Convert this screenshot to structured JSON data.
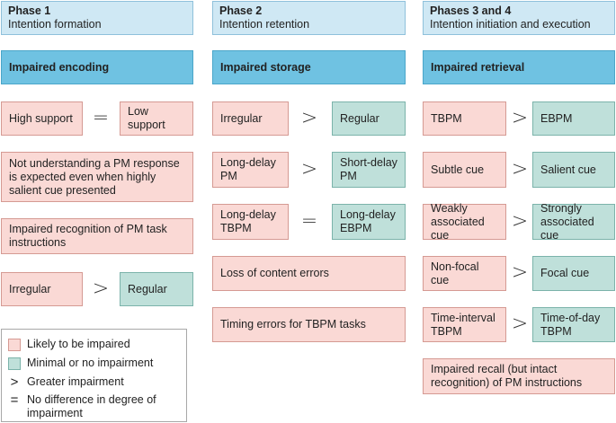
{
  "phases": [
    {
      "title": "Phase 1",
      "subtitle": "Intention formation"
    },
    {
      "title": "Phase 2",
      "subtitle": "Intention retention"
    },
    {
      "title": "Phases 3 and 4",
      "subtitle": "Intention initiation and execution"
    }
  ],
  "headers": [
    "Impaired encoding",
    "Impaired storage",
    "Impaired retrieval"
  ],
  "col1": {
    "row1": {
      "left": "High support",
      "symbol": "=",
      "right": "Low support"
    },
    "box_pm_response": "Not understanding a PM response is expected even when highly salient cue presented",
    "box_recognition": "Impaired recognition of PM task instructions",
    "row_last": {
      "left": "Irregular",
      "symbol": ">",
      "right": "Regular"
    }
  },
  "col2": {
    "row1": {
      "left": "Irregular",
      "symbol": ">",
      "right": "Regular"
    },
    "row2": {
      "left": "Long-delay PM",
      "symbol": ">",
      "right": "Short-delay PM"
    },
    "row3": {
      "left": "Long-delay TBPM",
      "symbol": "=",
      "right": "Long-delay EBPM"
    },
    "box_content": "Loss of content errors",
    "box_timing": "Timing errors for TBPM tasks"
  },
  "col3": {
    "row1": {
      "left": "TBPM",
      "symbol": ">",
      "right": "EBPM"
    },
    "row2": {
      "left": "Subtle cue",
      "symbol": ">",
      "right": "Salient cue"
    },
    "row3": {
      "left": "Weakly associated cue",
      "symbol": ">",
      "right": "Strongly associated cue"
    },
    "row4": {
      "left": "Non-focal cue",
      "symbol": ">",
      "right": "Focal cue"
    },
    "row5": {
      "left": "Time-interval TBPM",
      "symbol": ">",
      "right": "Time-of-day TBPM"
    },
    "box_recall": "Impaired recall (but intact recognition) of PM instructions"
  },
  "legend": {
    "likely": "Likely to be impaired",
    "minimal": "Minimal or no impairment",
    "greater_symbol": ">",
    "greater": "Greater impairment",
    "equal_symbol": "=",
    "equal": "No difference in degree of impairment"
  },
  "colors": {
    "phase_bg": "#cfe8f4",
    "header_bg": "#6fc2e2",
    "impaired_bg": "#fad9d5",
    "minimal_bg": "#bfe0da"
  }
}
